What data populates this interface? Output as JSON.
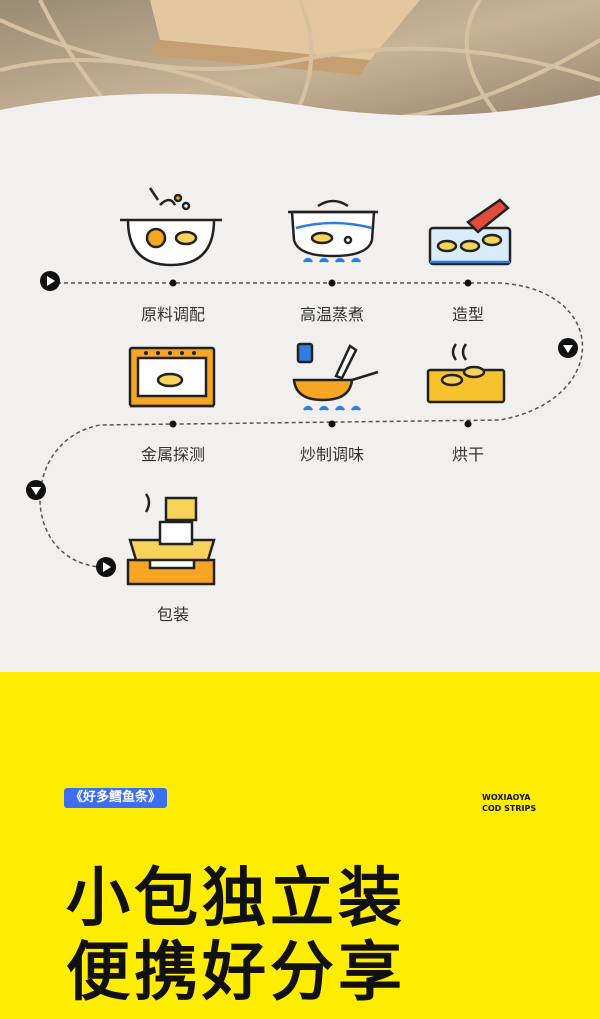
{
  "steps": [
    {
      "label": "原料调配"
    },
    {
      "label": "高温蒸煮"
    },
    {
      "label": "造型"
    },
    {
      "label": "金属探测"
    },
    {
      "label": "炒制调味"
    },
    {
      "label": "烘干"
    },
    {
      "label": "包装"
    }
  ],
  "promo": {
    "tag": "《好多鳕鱼条》",
    "brand_line1": "WOXIAOYA",
    "brand_line2": "COD STRIPS",
    "headline_line1": "小包独立装",
    "headline_line2": "便携好分享"
  },
  "colors": {
    "yellow": "#ffed00",
    "blue_tag": "#3d6df0",
    "background": "#f2f0ee",
    "icon_orange": "#f6a623",
    "icon_blue": "#2f7de1",
    "wood": "#c9a57a"
  }
}
